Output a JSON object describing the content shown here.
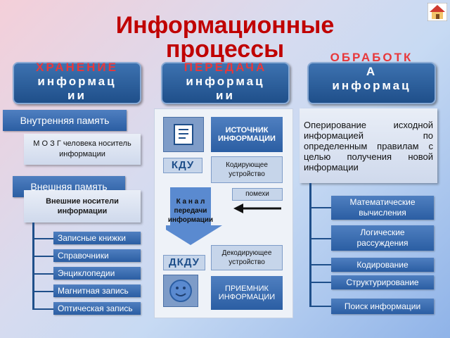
{
  "title": {
    "line1": "Информационные",
    "line2": "процессы"
  },
  "headers": {
    "storage": {
      "line1": "ХРАНЕНИЕ",
      "line2": "информац",
      "line3": "ии"
    },
    "transfer": {
      "line1": "ПЕРЕДАЧА",
      "line2": "информац",
      "line3": "ии"
    },
    "processing": {
      "line1": "ОБРАБОТК",
      "line2": "А",
      "line3": "информац"
    }
  },
  "storage": {
    "internal_label": "Внутренняя память",
    "internal_desc": "М О З Г человека носитель информации",
    "external_label": "Внешняя память",
    "external_desc": "Внешние носители информации",
    "items": [
      "Записные книжки",
      "Справочники",
      "Энциклопедии",
      "Магнитная запись",
      "Оптическая запись"
    ]
  },
  "transfer": {
    "source": "ИСТОЧНИК ИНФОРМАЦИИ",
    "encoder_tag": "КДУ",
    "encoder": "Кодирующее устройство",
    "noise": "помехи",
    "channel": "К а н а л передачи информации",
    "decoder_tag": "ДКДУ",
    "decoder": "Декодирующее устройство",
    "receiver": "ПРИЕМНИК ИНФОРМАЦИИ"
  },
  "processing": {
    "description": "Оперирование исходной информацией по определенным правилам с целью получения новой информации",
    "items": [
      "Математические вычисления",
      "Логические рассуждения",
      "Кодирование",
      "Структурирование",
      "Поиск информации"
    ]
  },
  "icons": {
    "home": "home-icon",
    "book": "book-icon",
    "smiley": "smiley-icon",
    "arrow": "left-arrow-icon"
  }
}
